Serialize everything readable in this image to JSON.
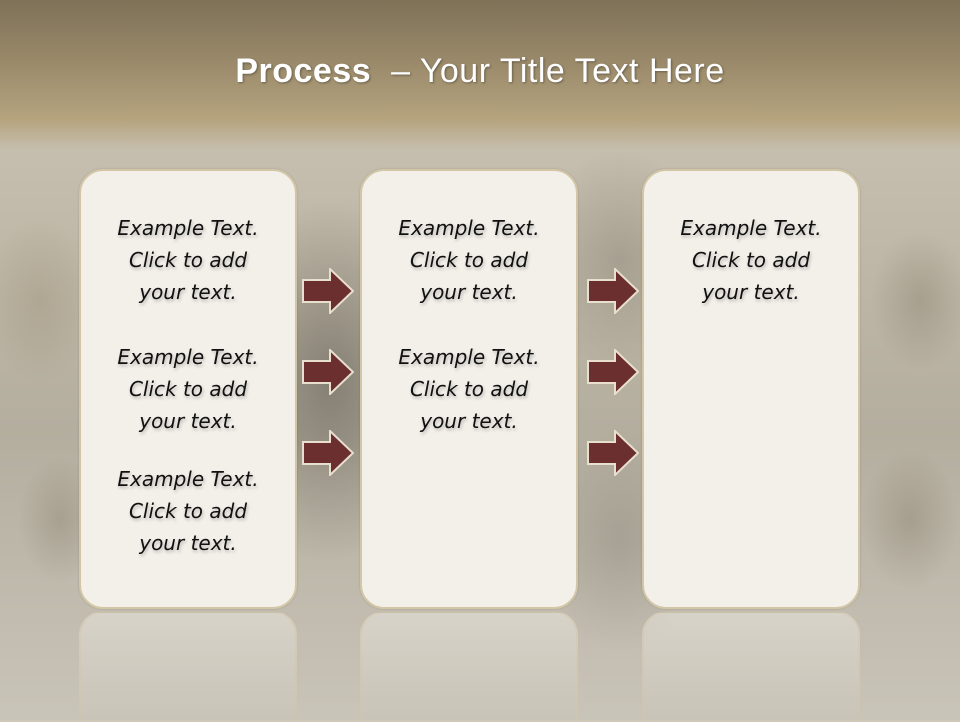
{
  "title": {
    "bold": "Process",
    "rest": "– Your Title Text Here"
  },
  "columns": [
    {
      "items": [
        {
          "line1": "Example Text.",
          "line2": "Click  to add",
          "line3": "your text."
        },
        {
          "line1": "Example Text.",
          "line2": "Click  to add",
          "line3": "your text."
        },
        {
          "line1": "Example Text.",
          "line2": "Click  to add",
          "line3": "your text."
        }
      ]
    },
    {
      "items": [
        {
          "line1": "Example Text.",
          "line2": "Click  to add",
          "line3": "your text."
        },
        {
          "line1": "Example Text.",
          "line2": "Click  to add",
          "line3": "your text."
        }
      ]
    },
    {
      "items": [
        {
          "line1": "Example Text.",
          "line2": "Click  to add",
          "line3": "your text."
        }
      ]
    }
  ],
  "colors": {
    "arrow_fill": "#6b2f2f",
    "arrow_stroke": "#e8dfcf",
    "box_fill": "#f3f0ea",
    "box_border": "#d2c6a7",
    "title_band": "#9c8c6c"
  },
  "icons": [
    "arrow-right-icon"
  ]
}
